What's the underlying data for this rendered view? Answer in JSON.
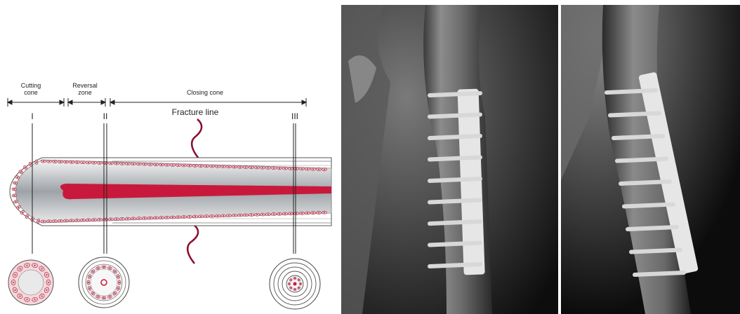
{
  "diagram": {
    "zones": {
      "cutting": [
        "Cutting",
        "cone"
      ],
      "reversal": [
        "Reversal",
        "zone"
      ],
      "closing": "Closing cone"
    },
    "fracture_label": "Fracture line",
    "roman": [
      "I",
      "II",
      "III"
    ]
  },
  "colors": {
    "cell_fill": "#f3c6cc",
    "cell_edge": "#a8324a",
    "vessel": "#c8193c",
    "xray_bg": "#111111"
  },
  "xrays": [
    {
      "name": "xray-left",
      "screws": 9
    },
    {
      "name": "xray-right",
      "screws": 9
    }
  ]
}
